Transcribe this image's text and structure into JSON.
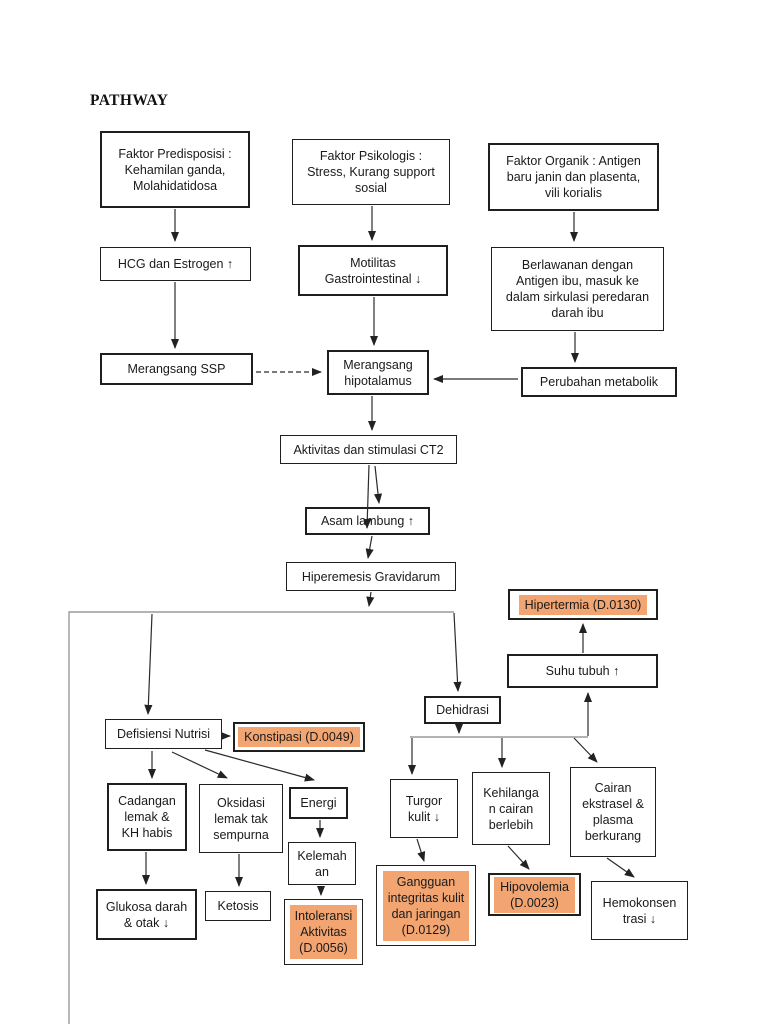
{
  "page": {
    "title": "PATHWAY",
    "highlight_color": "#F2A471",
    "border_color": "#1f1f1f",
    "background_color": "#ffffff"
  },
  "nodes": {
    "faktor_predisposisi": {
      "label": "Faktor Predisposisi :\nKehamilan ganda,\nMolahidatidosa"
    },
    "faktor_psikologis": {
      "label": "Faktor Psikologis :\nStress, Kurang support\nsosial"
    },
    "faktor_organik": {
      "label": "Faktor Organik : Antigen\nbaru janin dan plasenta,\nvili korialis"
    },
    "hcg_estrogen": {
      "label": "HCG dan Estrogen ↑"
    },
    "motilitas": {
      "label": "Motilitas\nGastrointestinal ↓"
    },
    "berlawanan": {
      "label": "Berlawanan dengan\nAntigen ibu, masuk ke\ndalam sirkulasi peredaran\ndarah ibu"
    },
    "merangsang_ssp": {
      "label": "Merangsang SSP"
    },
    "merangsang_hipotalamus": {
      "label": "Merangsang\nhipotalamus"
    },
    "perubahan_metabolik": {
      "label": "Perubahan metabolik"
    },
    "aktivitas_ct2": {
      "label": "Aktivitas dan stimulasi CT2"
    },
    "asam_lambung": {
      "label": "Asam lambung ↑"
    },
    "hiperemesis": {
      "label": "Hiperemesis Gravidarum"
    },
    "hipertermia": {
      "label": "Hipertermia (D.0130)"
    },
    "suhu_tubuh": {
      "label": "Suhu tubuh ↑"
    },
    "dehidrasi": {
      "label": "Dehidrasi"
    },
    "defisiensi_nutrisi": {
      "label": "Defisiensi Nutrisi"
    },
    "konstipasi": {
      "label": "Konstipasi (D.0049)"
    },
    "cadangan_lemak": {
      "label": "Cadangan\nlemak &\nKH habis"
    },
    "oksidasi_lemak": {
      "label": "Oksidasi\nlemak tak\nsempurna"
    },
    "energi": {
      "label": "Energi"
    },
    "kelemahan": {
      "label": "Kelemah\nan"
    },
    "glukosa_darah": {
      "label": "Glukosa darah\n& otak ↓"
    },
    "ketosis": {
      "label": "Ketosis"
    },
    "intoleransi": {
      "label": "Intoleransi\nAktivitas\n(D.0056)"
    },
    "turgor_kulit": {
      "label": "Turgor\nkulit ↓"
    },
    "kehilangan_cairan": {
      "label": "Kehilanga\nn cairan\nberlebih"
    },
    "cairan_ekstrasel": {
      "label": "Cairan\nekstrasel &\nplasma\nberkurang"
    },
    "gangguan_integritas": {
      "label": "Gangguan\nintegritas kulit\ndan jaringan\n(D.0129)"
    },
    "hipovolemia": {
      "label": "Hipovolemia\n(D.0023)"
    },
    "hemokonsentrasi": {
      "label": "Hemokonsen\ntrasi ↓"
    }
  }
}
